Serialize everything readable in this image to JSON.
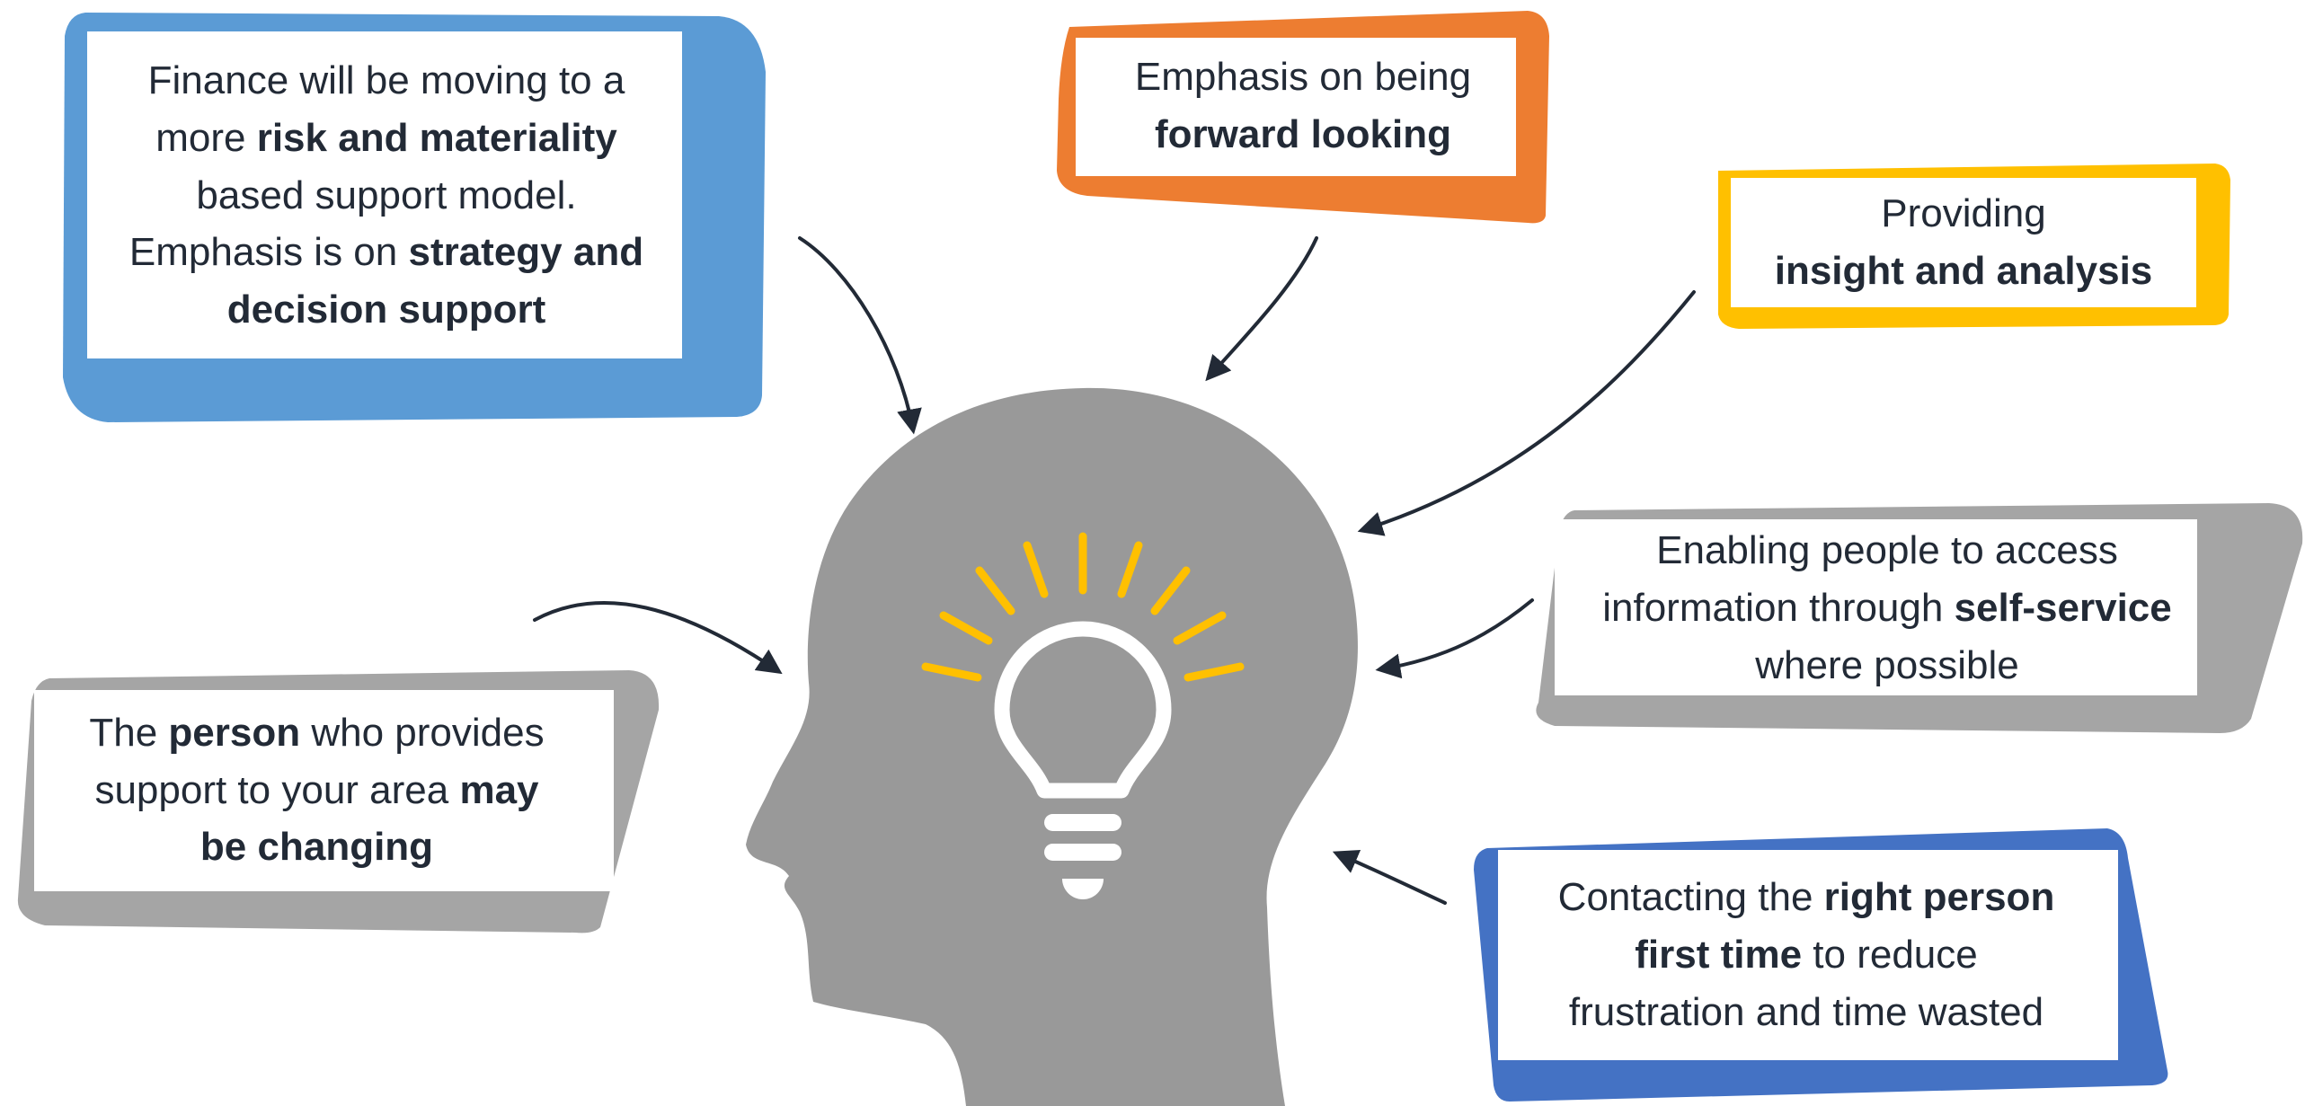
{
  "callouts": {
    "finance": {
      "accent": "#5b9bd5",
      "lines": [
        [
          {
            "t": "Finance will be moving to a",
            "b": false
          }
        ],
        [
          {
            "t": "more ",
            "b": false
          },
          {
            "t": "risk and materiality",
            "b": true
          }
        ],
        [
          {
            "t": "based support model.",
            "b": false
          }
        ],
        [
          {
            "t": "Emphasis is on ",
            "b": false
          },
          {
            "t": "strategy and",
            "b": true
          }
        ],
        [
          {
            "t": "decision support",
            "b": true
          }
        ]
      ]
    },
    "forward": {
      "accent": "#ed7d31",
      "lines": [
        [
          {
            "t": "Emphasis on being",
            "b": false
          }
        ],
        [
          {
            "t": "forward looking",
            "b": true
          }
        ]
      ]
    },
    "insight": {
      "accent": "#ffc000",
      "lines": [
        [
          {
            "t": "Providing",
            "b": false
          }
        ],
        [
          {
            "t": "insight and analysis",
            "b": true
          }
        ]
      ]
    },
    "self_service": {
      "accent": "#a5a5a5",
      "lines": [
        [
          {
            "t": "Enabling people to access",
            "b": false
          }
        ],
        [
          {
            "t": "information through ",
            "b": false
          },
          {
            "t": "self-service",
            "b": true
          }
        ],
        [
          {
            "t": "where possible",
            "b": false
          }
        ]
      ]
    },
    "person": {
      "accent": "#a5a5a5",
      "lines": [
        [
          {
            "t": "The ",
            "b": false
          },
          {
            "t": "person",
            "b": true
          },
          {
            "t": " who provides",
            "b": false
          }
        ],
        [
          {
            "t": "support to  your area ",
            "b": false
          },
          {
            "t": "may",
            "b": true
          }
        ],
        [
          {
            "t": "be changing",
            "b": true
          }
        ]
      ]
    },
    "right_person": {
      "accent": "#4472c4",
      "lines": [
        [
          {
            "t": "Contacting the ",
            "b": false
          },
          {
            "t": "right person",
            "b": true
          }
        ],
        [
          {
            "t": "first time",
            "b": true
          },
          {
            "t": " to reduce",
            "b": false
          }
        ],
        [
          {
            "t": "frustration and time wasted",
            "b": false
          }
        ]
      ]
    }
  },
  "colors": {
    "head": "#999999",
    "bulb": "#ffffff",
    "rays": "#ffc000",
    "arrows": "#222a36"
  },
  "icons": {
    "head": "human-head-silhouette",
    "bulb": "lightbulb-icon"
  }
}
